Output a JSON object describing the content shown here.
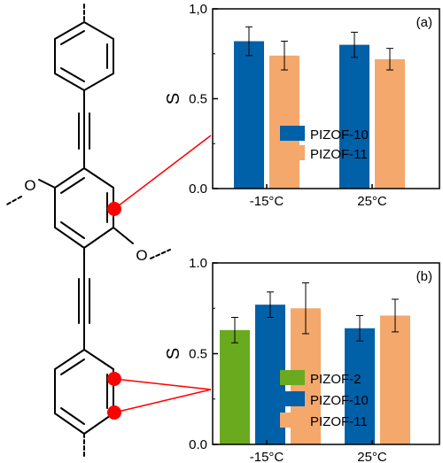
{
  "molecule": {
    "labels": {
      "methoxy_upper": "O",
      "methoxy_lower": "O"
    },
    "colors": {
      "bond": "#000000",
      "highlight": "#ff0000"
    }
  },
  "chart_data": [
    {
      "type": "bar",
      "panel_label": "(a)",
      "ylabel": "S",
      "categories": [
        "-15°C",
        "25°C"
      ],
      "ylim": [
        0,
        1.0
      ],
      "yticks": [
        "0.0",
        "0.5",
        "1,0"
      ],
      "series": [
        {
          "name": "PIZOF-10",
          "color": "#0060a8",
          "values": [
            0.82,
            0.8
          ],
          "errors": [
            0.08,
            0.07
          ]
        },
        {
          "name": "PIZOF-11",
          "color": "#f4a86c",
          "values": [
            0.74,
            0.72
          ],
          "errors": [
            0.08,
            0.06
          ]
        }
      ],
      "legend": "bottom-right"
    },
    {
      "type": "bar",
      "panel_label": "(b)",
      "ylabel": "S",
      "categories": [
        "-15°C",
        "25°C"
      ],
      "ylim": [
        0,
        1.0
      ],
      "yticks": [
        "0.0",
        "0.5",
        "1.0"
      ],
      "series": [
        {
          "name": "PIZOF-2",
          "color": "#6aaa1e",
          "values": [
            0.63,
            null
          ],
          "errors": [
            0.07,
            null
          ]
        },
        {
          "name": "PIZOF-10",
          "color": "#0060a8",
          "values": [
            0.77,
            0.64
          ],
          "errors": [
            0.07,
            0.07
          ]
        },
        {
          "name": "PIZOF-11",
          "color": "#f4a86c",
          "values": [
            0.75,
            0.71
          ],
          "errors": [
            0.14,
            0.09
          ]
        }
      ],
      "legend": "bottom-right"
    }
  ]
}
